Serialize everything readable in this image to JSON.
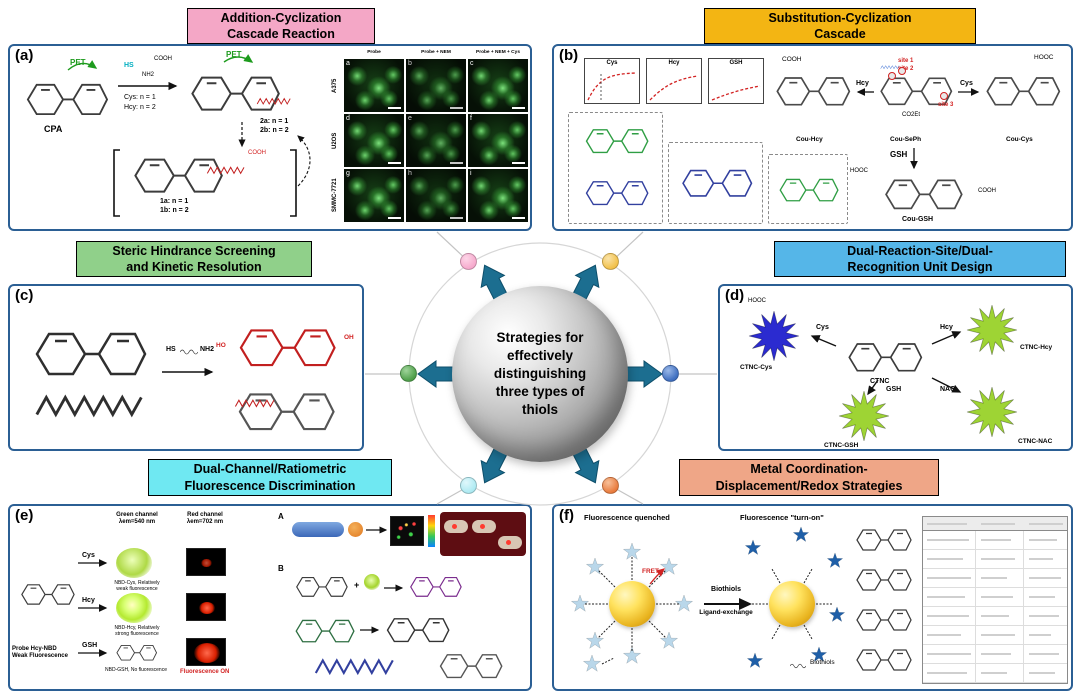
{
  "center": {
    "text": "Strategies for\neffectively\ndistinguishing\nthree types of\nthiols"
  },
  "panels": {
    "a": {
      "tag": "(a)",
      "title": "Addition-Cyclization\nCascade Reaction",
      "scheme": {
        "pet_left": "PET",
        "pet_right": "PET",
        "cpa": "CPA",
        "thiol_group": "HS",
        "cooh": "COOH",
        "nh2": "NH2",
        "cys_n": "Cys: n = 1",
        "hcy_n": "Hcy: n = 2",
        "prod_2a": "2a: n = 1",
        "prod_2b": "2b: n = 2",
        "int_1a": "1a: n = 1",
        "int_1b": "1b: n = 2",
        "cooh_red": "COOH"
      },
      "microscopy": {
        "col_headers": [
          "Probe",
          "Probe + NEM",
          "Probe + NEM + Cys"
        ],
        "row_headers": [
          "A375",
          "U2OS",
          "SMMC-7721"
        ],
        "cells": [
          "a",
          "b",
          "c",
          "d",
          "e",
          "f",
          "g",
          "h",
          "i"
        ]
      }
    },
    "b": {
      "tag": "(b)",
      "title": "Substitution-Cyclization\nCascade",
      "graphs": [
        {
          "title": "Cys"
        },
        {
          "title": "Hcy"
        },
        {
          "title": "GSH"
        }
      ],
      "scheme": {
        "cooh_top": "COOH",
        "hooc_top": "HOOC",
        "co2et": "CO2Et",
        "hcy_arrow": "Hcy",
        "cys_arrow": "Cys",
        "site1": "site 1",
        "site2": "site 2",
        "site3": "site 3",
        "cou_hcy": "Cou-Hcy",
        "cou_seph": "Cou-SePh",
        "cou_cys": "Cou-Cys",
        "gsh_arrow": "GSH",
        "hooc_mid": "HOOC",
        "cooh_bottom": "COOH",
        "cou_gsh": "Cou-GSH"
      }
    },
    "c": {
      "tag": "(c)",
      "title": "Steric Hindrance Screening\nand Kinetic Resolution",
      "scheme": {
        "hs": "HS",
        "nh2": "NH2",
        "ho": "HO",
        "oh": "OH"
      }
    },
    "d": {
      "tag": "(d)",
      "title": "Dual-Reaction-Site/Dual-\nRecognition Unit Design",
      "scheme": {
        "hooc": "HOOC",
        "probe": "CTNC",
        "cys_arrow": "Cys",
        "hcy_arrow": "Hcy",
        "gsh_arrow": "GSH",
        "nac_arrow": "NAC",
        "prod_cys": "CTNC-Cys",
        "prod_hcy": "CTNC-Hcy",
        "prod_gsh": "CTNC-GSH",
        "prod_nac": "CTNC-NAC"
      }
    },
    "e": {
      "tag": "(e)",
      "title": "Dual-Channel/Ratiometric\nFluorescence Discrimination",
      "green_header": "Green channel\nλem=540 nm",
      "red_header": "Red channel\nλem=702 nm",
      "probe_caption": "Probe Hcy-NBD\nWeak Fluorescence",
      "rows": [
        {
          "reagent": "Cys",
          "caption": "NBD-Cys, Relatively\nweak fluorescence"
        },
        {
          "reagent": "Hcy",
          "caption": "NBD-Hcy, Relatively\nstrong fluorescence"
        },
        {
          "reagent": "GSH",
          "caption": "NBD-GSH, No fluorescence"
        }
      ],
      "fluorescence_on": "Fluorescence ON",
      "sub_labels": {
        "a": "A",
        "b": "B"
      }
    },
    "f": {
      "tag": "(f)",
      "title": "Metal Coordination-\nDisplacement/Redox Strategies",
      "quenched": "Fluorescence quenched",
      "turn_on": "Fluorescence \"turn-on\"",
      "fret": "FRET",
      "arrow_label_top": "Biothiols",
      "arrow_label_bottom": "Ligand-exchange",
      "legend_biothiols": "Biothiols"
    }
  },
  "colors": {
    "title_a_bg": "#f4a7c6",
    "title_b_bg": "#f3b513",
    "title_c_bg": "#90d08a",
    "title_d_bg": "#55b6e8",
    "title_e_bg": "#6fe8f2",
    "title_f_bg": "#efa687",
    "panel_border": "#2b5f94",
    "hub_arrow": "#1c6e90",
    "dot_a": "#f6aacd",
    "dot_b": "#f2c14b",
    "dot_c": "#4f9f4a",
    "dot_d": "#3f6fc0",
    "dot_e": "#aeeaf2",
    "dot_f": "#e97c3e"
  }
}
